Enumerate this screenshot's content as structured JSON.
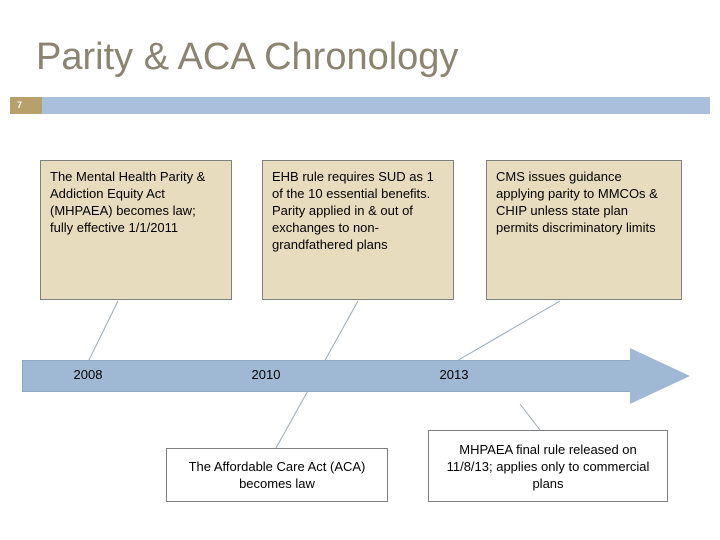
{
  "slide": {
    "title": "Parity & ACA Chronology",
    "number": "7",
    "colors": {
      "title": "#8a8471",
      "number_box": "#b8a06a",
      "bar": "#a8c0dc",
      "arrow": "#9fb9d4",
      "callout_tan": "#e8dcbe",
      "callout_border": "#7f7f7f"
    }
  },
  "timeline": {
    "years": [
      {
        "label": "2008"
      },
      {
        "label": "2010"
      },
      {
        "label": "2013"
      }
    ]
  },
  "callouts": {
    "mhpaea": "The Mental Health Parity & Addiction Equity Act (MHPAEA) becomes law; fully effective 1/1/2011",
    "ehb": "EHB rule requires SUD as 1 of the 10 essential benefits. Parity applied in & out of exchanges to non-grandfathered plans",
    "cms": "CMS issues guidance applying parity to MMCOs & CHIP unless state plan permits discriminatory limits",
    "aca": "The Affordable Care Act (ACA) becomes law",
    "final_rule": "MHPAEA final rule released on 11/8/13; applies only to commercial plans"
  }
}
